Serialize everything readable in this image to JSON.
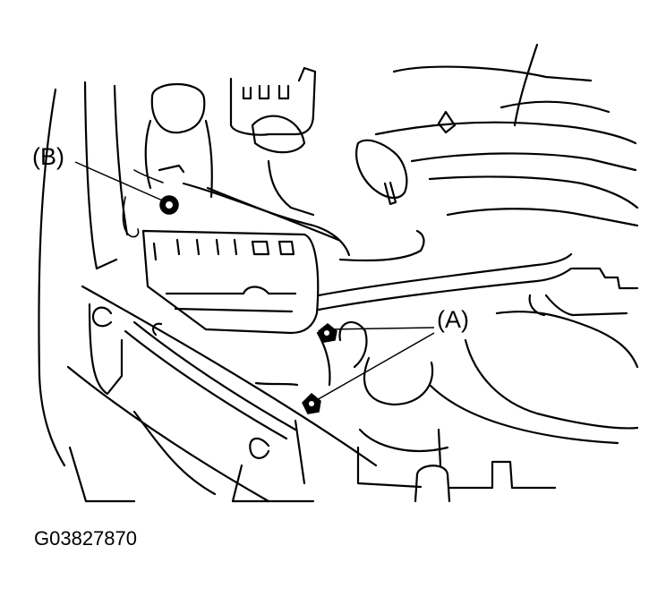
{
  "labels": {
    "callout_b": "(B)",
    "callout_a": "(A)",
    "figure_id": "G03827870"
  },
  "icons": {
    "fastener_b": "bolt-icon",
    "fastener_a": "nut-icon"
  },
  "colors": {
    "line": "#000000",
    "background": "#ffffff"
  }
}
